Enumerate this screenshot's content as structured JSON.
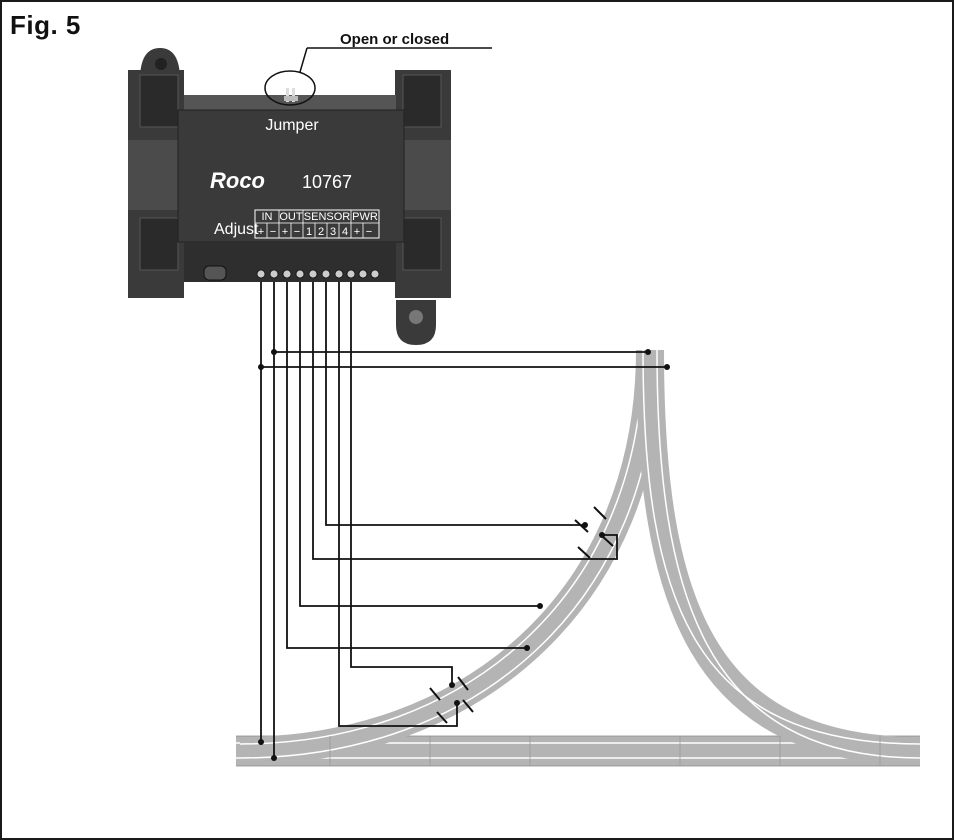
{
  "figure": {
    "title": "Fig. 5",
    "callout": "Open or closed"
  },
  "device": {
    "brand": "Roco",
    "model": "10767",
    "jumper_label": "Jumper",
    "adjust_label": "Adjust",
    "groups": [
      "IN",
      "OUT",
      "SENSOR",
      "PWR"
    ],
    "terminals": [
      "+",
      "−",
      "+",
      "−",
      "1",
      "2",
      "3",
      "4",
      "+",
      "−"
    ]
  },
  "colors": {
    "device_dark": "#3a3a3a",
    "device_mid": "#555555",
    "track_gray": "#b4b4b4",
    "wire": "#111111"
  }
}
